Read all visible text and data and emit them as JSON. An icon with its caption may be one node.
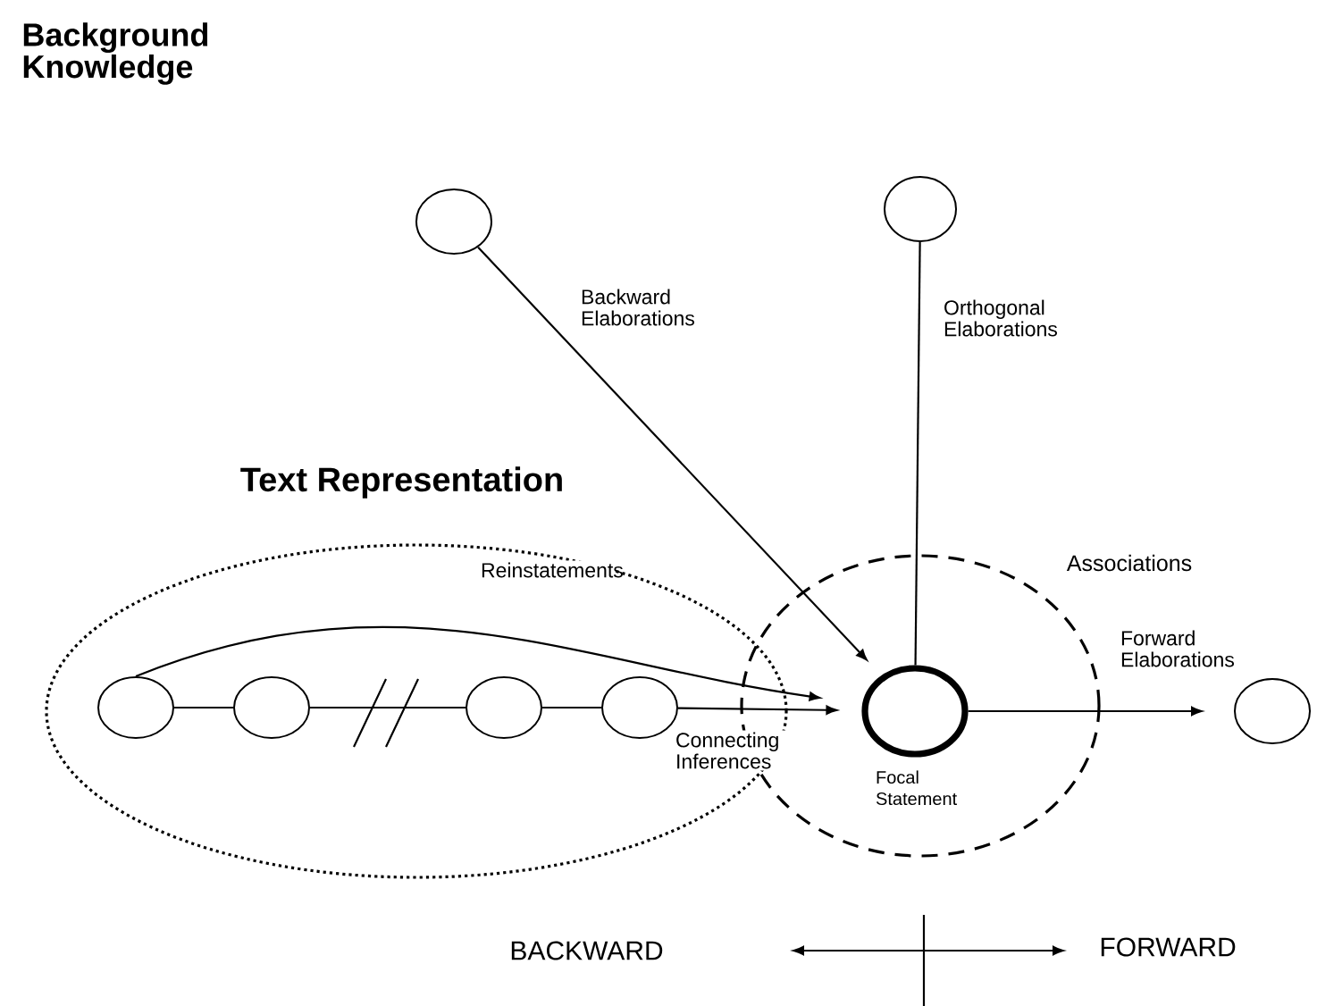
{
  "diagram": {
    "nodes": [
      {
        "text": [
          "Text Representation"
        ]
      },
      {
        "text": [
          "Associations"
        ]
      },
      {
        "text": [],
        "shape": "circle",
        "in": 0
      },
      {
        "text": [],
        "shape": "circle",
        "in": 0
      },
      {
        "text": [],
        "shape": "circle",
        "in": 0
      },
      {
        "text": [],
        "shape": "circle",
        "in": 0
      },
      {
        "text": [],
        "shape": "circle",
        "in": 1,
        "beside": [
          "Focal Statement"
        ]
      },
      {
        "text": [],
        "shape": "circle"
      },
      {
        "text": [],
        "shape": "circle"
      },
      {
        "text": [],
        "shape": "circle"
      }
    ],
    "edges": [
      {
        "from": 2,
        "to": 3,
        "arrow": "none"
      },
      {
        "from": 3,
        "to": 4,
        "arrow": "none"
      },
      {
        "from": 4,
        "to": 5,
        "arrow": "none"
      },
      {
        "from": 5,
        "to": 6,
        "arrow": "to",
        "label": "Connecting Inferences"
      },
      {
        "from": 2,
        "to": 6,
        "arrow": "to",
        "label": "Reinstatements"
      },
      {
        "from": 7,
        "to": 6,
        "arrow": "to",
        "label": "Backward Elaborations"
      },
      {
        "from": 8,
        "to": 6,
        "arrow": "none",
        "label": "Orthogonal Elaborations"
      },
      {
        "from": 6,
        "to": 9,
        "arrow": "to",
        "label": "Forward Elaborations"
      }
    ],
    "labels": [
      "Background Knowledge",
      "BACKWARD",
      "FORWARD"
    ]
  }
}
